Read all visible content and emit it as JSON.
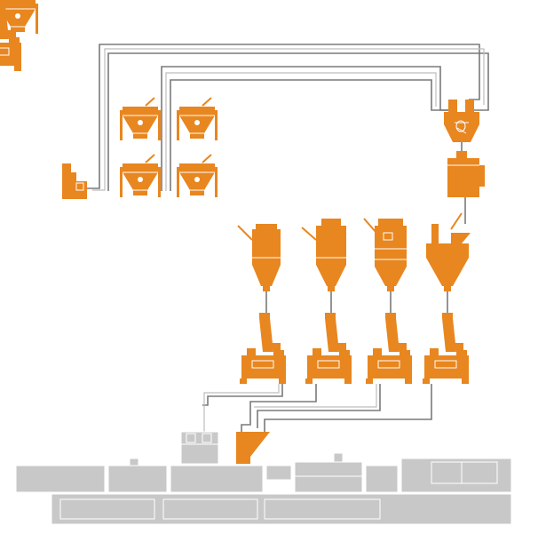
{
  "colors": {
    "equipment": "#E8861F",
    "equipment_dark": "#C96F10",
    "pipe": "#7A7A7A",
    "machine_base": "#C8C8C8",
    "background": "#FFFFFF"
  },
  "diagram": {
    "weighing_hoppers": [
      {
        "id": "hopper-1"
      },
      {
        "id": "hopper-2"
      },
      {
        "id": "hopper-3"
      },
      {
        "id": "hopper-4"
      }
    ],
    "silos": [
      {
        "id": "silo-1",
        "style": "cylinder"
      },
      {
        "id": "silo-2",
        "style": "cylinder"
      },
      {
        "id": "silo-3",
        "style": "banded"
      },
      {
        "id": "silo-4",
        "style": "cone"
      }
    ],
    "feeders": [
      {
        "id": "feeder-1"
      },
      {
        "id": "feeder-2"
      },
      {
        "id": "feeder-3"
      },
      {
        "id": "feeder-4"
      }
    ]
  }
}
